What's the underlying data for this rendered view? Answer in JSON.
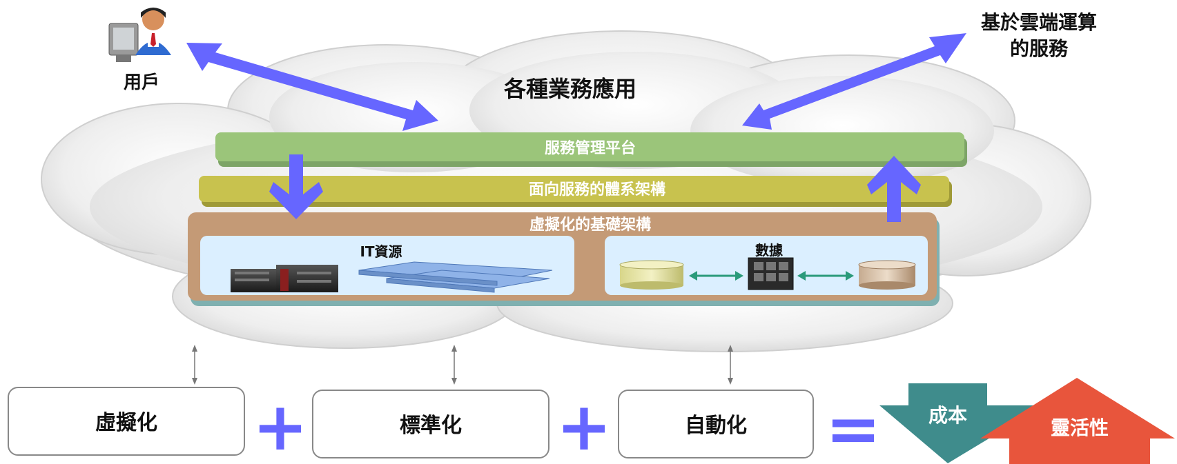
{
  "user": {
    "label": "用戶"
  },
  "cloud_service": {
    "line1": "基於雲端運算",
    "line2": "的服務"
  },
  "cloud": {
    "title": "各種業務應用"
  },
  "layers": {
    "service_mgmt": "服務管理平台",
    "soa": "面向服務的體系架構",
    "virtual_infra": "虛擬化的基礎架構"
  },
  "panels": {
    "it_resources": "IT資源",
    "data": "數據"
  },
  "bottom": {
    "box1": "虛擬化",
    "box2": "標準化",
    "box3": "自動化",
    "plus": "+",
    "equals": "=",
    "cost": "成本",
    "flexibility": "靈活性"
  },
  "colors": {
    "arrow_blue": "#6666ff",
    "service_green": "#9bc57a",
    "soa_olive": "#c8c24e",
    "infra_tan": "#c49a76",
    "panel_blue": "#dbefff",
    "cost_teal": "#3f8c8c",
    "flex_red": "#e8553c"
  }
}
